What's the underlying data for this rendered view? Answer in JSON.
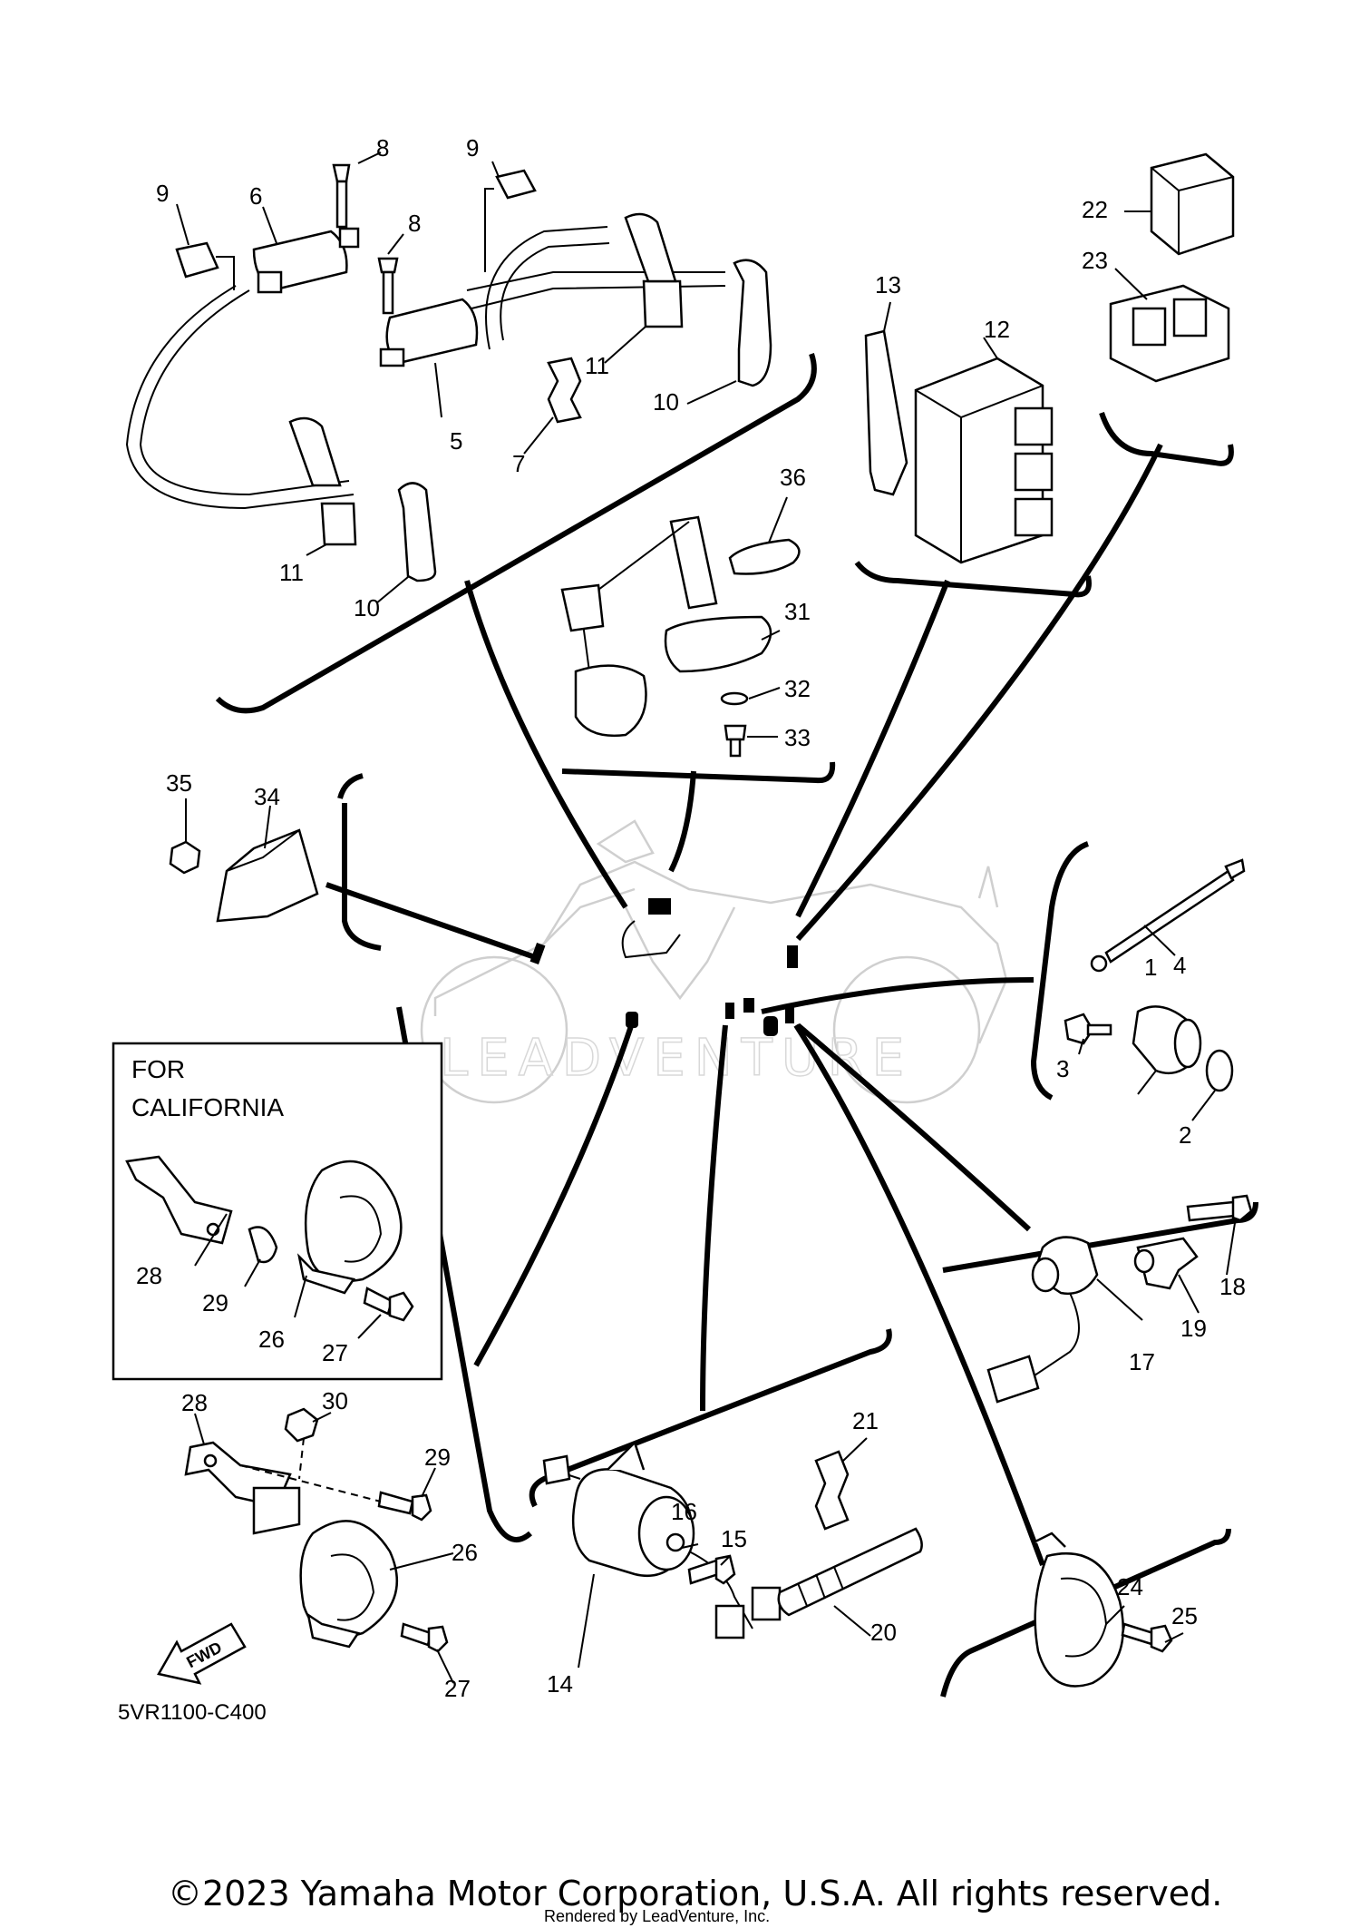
{
  "diagram": {
    "part_numbers": {
      "p1": "1",
      "p2": "2",
      "p3": "3",
      "p4": "4",
      "p5": "5",
      "p6": "6",
      "p7": "7",
      "p8a": "8",
      "p8b": "8",
      "p9a": "9",
      "p9b": "9",
      "p10a": "10",
      "p10b": "10",
      "p11a": "11",
      "p11b": "11",
      "p12": "12",
      "p13": "13",
      "p14": "14",
      "p15": "15",
      "p16": "16",
      "p17": "17",
      "p18": "18",
      "p19": "19",
      "p20": "20",
      "p21": "21",
      "p22": "22",
      "p23": "23",
      "p24": "24",
      "p25": "25",
      "p26a": "26",
      "p26b": "26",
      "p27a": "27",
      "p27b": "27",
      "p28a": "28",
      "p28b": "28",
      "p29a": "29",
      "p29b": "29",
      "p30": "30",
      "p31": "31",
      "p32": "32",
      "p33": "33",
      "p34": "34",
      "p35": "35",
      "p36": "36"
    },
    "california_box": {
      "line1": "FOR",
      "line2": "CALIFORNIA"
    },
    "fwd_arrow": "FWD",
    "diagram_code": "5VR1100-C400",
    "watermark": "LEADVENTURE",
    "copyright": "©2023 Yamaha Motor Corporation, U.S.A. All rights reserved.",
    "rendered_by": "Rendered by LeadVenture, Inc."
  }
}
